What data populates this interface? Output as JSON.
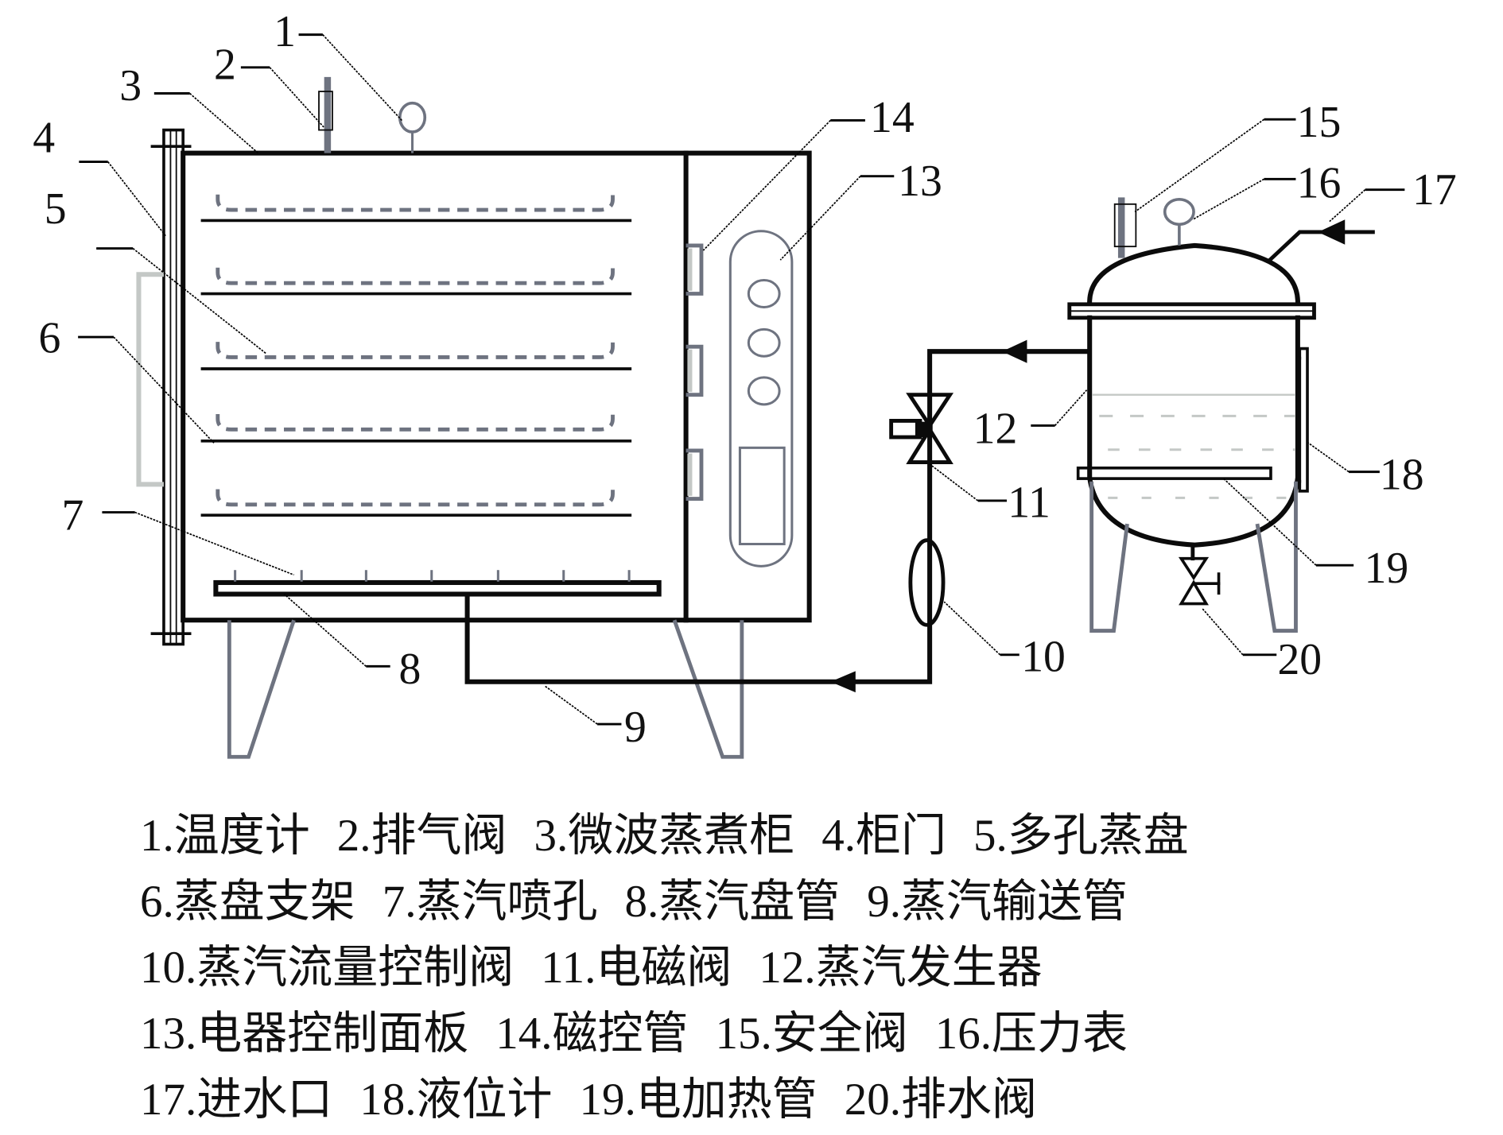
{
  "figure": {
    "type": "equipment schematic",
    "subject": "microwave steam cooking cabinet with steam generator"
  },
  "callouts": [
    "1",
    "2",
    "3",
    "4",
    "5",
    "6",
    "7",
    "8",
    "9",
    "10",
    "11",
    "12",
    "13",
    "14",
    "15",
    "16",
    "17",
    "18",
    "19",
    "20"
  ],
  "legend": {
    "rows": [
      [
        {
          "num": "1.",
          "label": "温度计"
        },
        {
          "num": "2.",
          "label": "排气阀"
        },
        {
          "num": "3.",
          "label": "微波蒸煮柜"
        },
        {
          "num": "4.",
          "label": "柜门"
        },
        {
          "num": "5.",
          "label": "多孔蒸盘"
        }
      ],
      [
        {
          "num": "6.",
          "label": "蒸盘支架"
        },
        {
          "num": "7.",
          "label": "蒸汽喷孔"
        },
        {
          "num": "8.",
          "label": "蒸汽盘管"
        },
        {
          "num": "9.",
          "label": "蒸汽输送管"
        }
      ],
      [
        {
          "num": "10.",
          "label": "蒸汽流量控制阀"
        },
        {
          "num": "11.",
          "label": "电磁阀"
        },
        {
          "num": "12.",
          "label": "蒸汽发生器"
        }
      ],
      [
        {
          "num": "13.",
          "label": "电器控制面板"
        },
        {
          "num": "14.",
          "label": "磁控管"
        },
        {
          "num": "15.",
          "label": "安全阀"
        },
        {
          "num": "16.",
          "label": "压力表"
        }
      ],
      [
        {
          "num": "17.",
          "label": "进水口"
        },
        {
          "num": "18.",
          "label": "液位计"
        },
        {
          "num": "19.",
          "label": "电加热管"
        },
        {
          "num": "20.",
          "label": "排水阀"
        }
      ]
    ]
  },
  "colors": {
    "line": "#0b0b0b",
    "component_gray": "#6e7380",
    "light_gray": "#c4c8c6"
  }
}
